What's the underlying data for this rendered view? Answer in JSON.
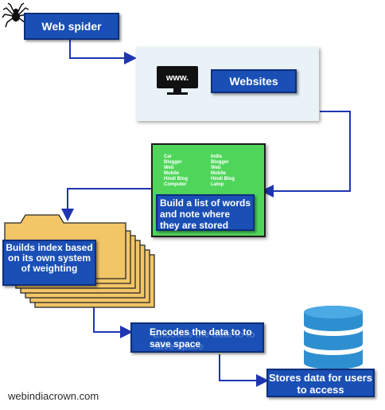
{
  "nodes": {
    "web_spider": "Web spider",
    "websites": "Websites",
    "monitor_text": "www.",
    "word_list_left": [
      "Car",
      "Blogger",
      "Web",
      "Mobile",
      "Hindi Blog",
      "Computer"
    ],
    "word_list_right": [
      "India",
      "Blogger",
      "Web",
      "Mobile",
      "Hindi Blog",
      "Latop"
    ],
    "build_list": "Build a list of words and note where they are stored",
    "builds_index": "Builds index based on its own system of weighting",
    "encodes": "Encodes the data to to save space",
    "encodes_echo": "Encodes the data to to save space",
    "stores": "Stores data for users to access"
  },
  "footer": {
    "credit": "webindiacrown.com"
  },
  "colors": {
    "box_blue": "#1a4fb5",
    "connector": "#1f35b0",
    "green_panel": "#4fd65a",
    "folder_yellow": "#f2c566",
    "database": "#2e8fd0",
    "website_panel": "#e9f2f7"
  }
}
